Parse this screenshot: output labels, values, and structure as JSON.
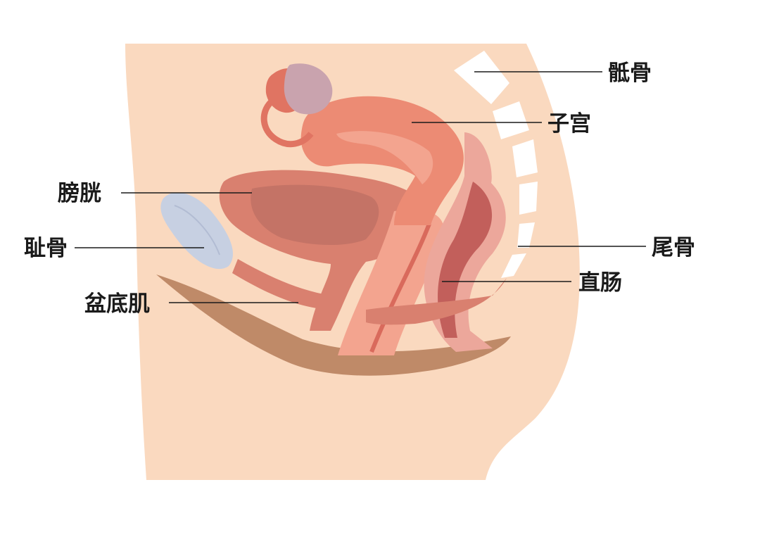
{
  "labels": {
    "sacrum": "骶骨",
    "uterus": "子宫",
    "bladder": "膀胱",
    "pubic_bone": "耻骨",
    "coccyx": "尾骨",
    "rectum": "直肠",
    "pelvic_floor_muscle": "盆底肌"
  },
  "colors": {
    "body": "#fad9bf",
    "uterus": "#ec8b74",
    "uterus_light": "#f3a48f",
    "bladder": "#d9806f",
    "bladder_inner": "#c47366",
    "pubic_bone": "#c7d0e2",
    "ovary": "#c9a3ae",
    "tube": "#e07462",
    "rectum_outer": "#eca79b",
    "rectum_inner": "#c25f5b",
    "pelvic_floor": "#bf8a68",
    "vertebra": "#ffffff",
    "text": "#1a1a1a"
  }
}
